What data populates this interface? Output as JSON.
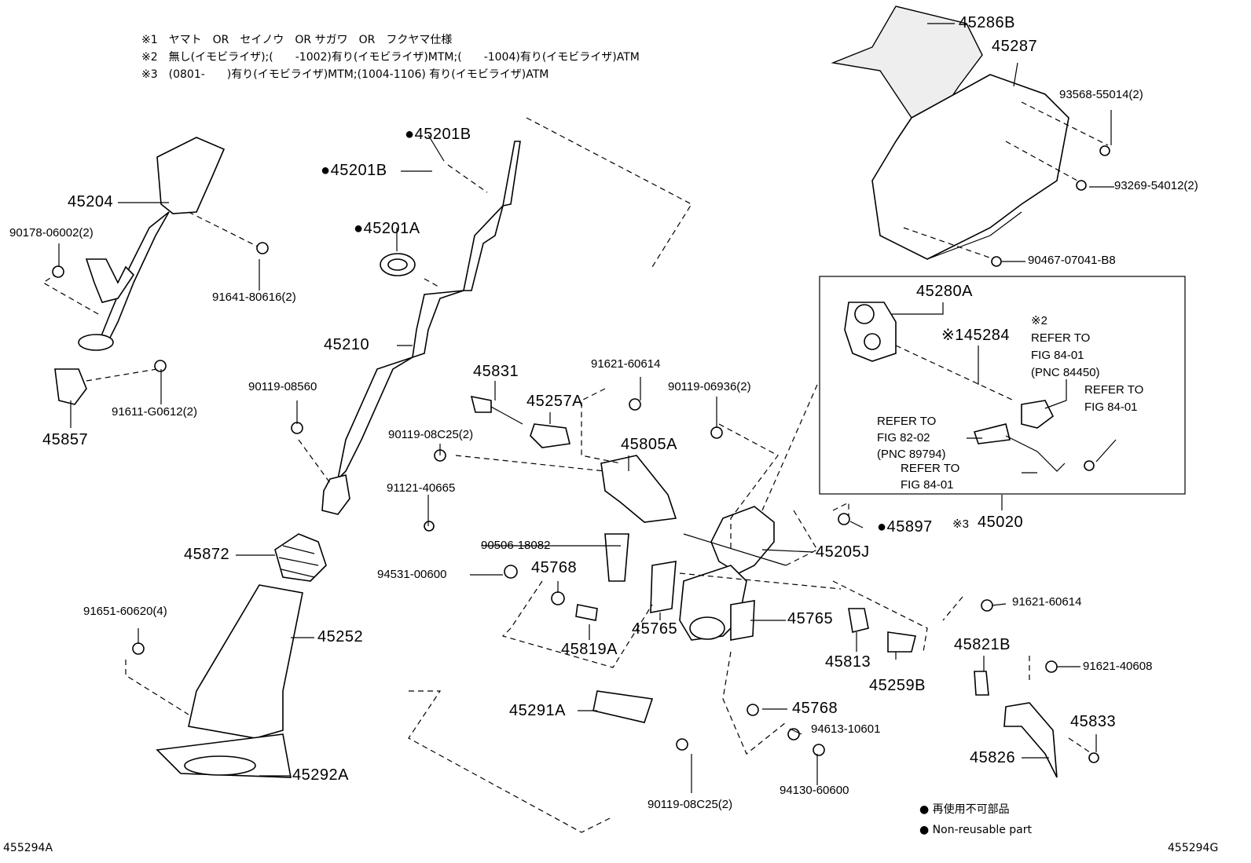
{
  "notes": [
    "※1　ヤマト　OR　セイノウ　OR サガワ　OR　フクヤマ仕様",
    "※2　無し(イモビライザ);(　　-1002)有り(イモビライザ)MTM;(　　-1004)有り(イモビライザ)ATM",
    "※3　(0801-　　)有り(イモビライザ)MTM;(1004-1106) 有り(イモビライザ)ATM"
  ],
  "parts": {
    "p45204": "45204",
    "p90178": "90178-06002(2)",
    "p91641": "91641-80616(2)",
    "p91611": "91611-G0612(2)",
    "p45857": "45857",
    "p45201B_a": "45201B",
    "p45201B_b": "45201B",
    "p45201A": "45201A",
    "p45210": "45210",
    "p90119_08560": "90119-08560",
    "p45872": "45872",
    "p91651": "91651-60620(4)",
    "p45252": "45252",
    "p45292A": "45292A",
    "p45831": "45831",
    "p45257A": "45257A",
    "p91621_60614a": "91621-60614",
    "p90119_06936": "90119-06936(2)",
    "p90119_08C25a": "90119-08C25(2)",
    "p45805A": "45805A",
    "p91121": "91121-40665",
    "p90506": "90506-18082",
    "p94531": "94531-00600",
    "p45768a": "45768",
    "p45819A": "45819A",
    "p45765a": "45765",
    "p45765b": "45765",
    "p45291A": "45291A",
    "p90119_08C25b": "90119-08C25(2)",
    "p45768b": "45768",
    "p94613": "94613-10601",
    "p94130": "94130-60600",
    "p45205J": "45205J",
    "p45897": "45897",
    "p45813": "45813",
    "p45259B": "45259B",
    "p45821B": "45821B",
    "p91621_60614b": "91621-60614",
    "p91621_40608": "91621-40608",
    "p45833": "45833",
    "p45826": "45826",
    "p45286B": "45286B",
    "p45287": "45287",
    "p93568": "93568-55014(2)",
    "p93269": "93269-54012(2)",
    "p90467": "90467-07041-B8",
    "p45280A": "45280A",
    "p45284": "※145284",
    "p45020": "45020",
    "mark3": "※3"
  },
  "refs": {
    "r1_mark": "※2",
    "r1_a": "REFER TO",
    "r1_b": "FIG 84-01",
    "r1_c": "(PNC 84450)",
    "r2_a": "REFER TO",
    "r2_b": "FIG 84-01",
    "r3_a": "REFER TO",
    "r3_b": "FIG 82-02",
    "r3_c": "(PNC 89794)",
    "r4_a": "REFER TO",
    "r4_b": "FIG 84-01"
  },
  "legend": {
    "jp": "再使用不可部品",
    "en": "Non-reusable part"
  },
  "footer": {
    "left": "455294A",
    "right": "455294G"
  }
}
